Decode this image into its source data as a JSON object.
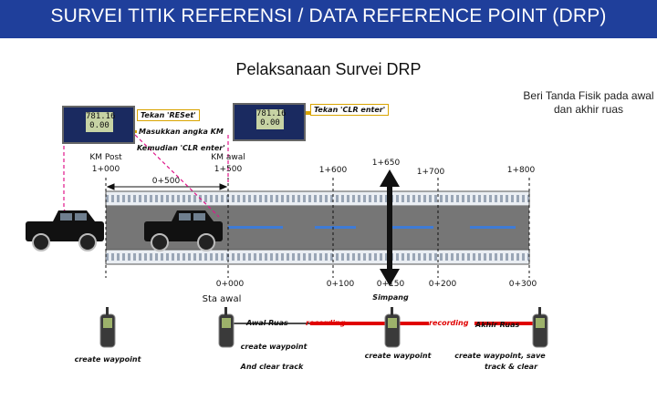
{
  "banner": {
    "title": "SURVEI  TITIK REFERENSI / DATA REFERENCE POINT (DRP)"
  },
  "subtitle": "Pelaksanaan Survei DRP",
  "note": "Beri Tanda Fisik pada awal dan akhir ruas",
  "device_left": {
    "reading": "781.16",
    "reading2": "0.00"
  },
  "device_right": {
    "reading": "781.16",
    "reading2": "0.00"
  },
  "callouts": {
    "tekan_reset": "Tekan 'RESet'",
    "masukkan_km": "Masukkan angka KM",
    "kemudian": "Kemudian 'CLR enter'",
    "tekan_clr": "Tekan 'CLR enter'"
  },
  "top_markers": {
    "km_post": "KM Post",
    "km_post_val": "1+000",
    "km_awal": "KM awal",
    "km_awal_val": "1+500",
    "m_0500": "0+500",
    "m_1600": "1+600",
    "m_1650": "1+650",
    "m_1700": "1+700",
    "m_1800": "1+800"
  },
  "bottom_markers": {
    "m_0000": "0+000",
    "m_0100": "0+100",
    "m_0150": "0+150",
    "m_0200": "0+200",
    "m_0300": "0+300",
    "sta_awal": "Sta awal",
    "simpang": "Simpang"
  },
  "gps": {
    "create_waypoint_1": "create waypoint",
    "awal_ruas": "Awal Ruas",
    "recording_1": "recording",
    "create_waypoint_2": "create waypoint",
    "and_clear_track": "And clear track",
    "create_waypoint_3": "create waypoint",
    "recording_2": "recording",
    "akhir_ruas": "Akhir Ruas",
    "create_waypoint_save": "create waypoint, save",
    "track_clear": "track & clear"
  },
  "colors": {
    "banner": "#1f3f9b",
    "road": "#767676",
    "recording": "#e00000",
    "callout_border": "#d9a400",
    "pointer": "#e0168a"
  }
}
